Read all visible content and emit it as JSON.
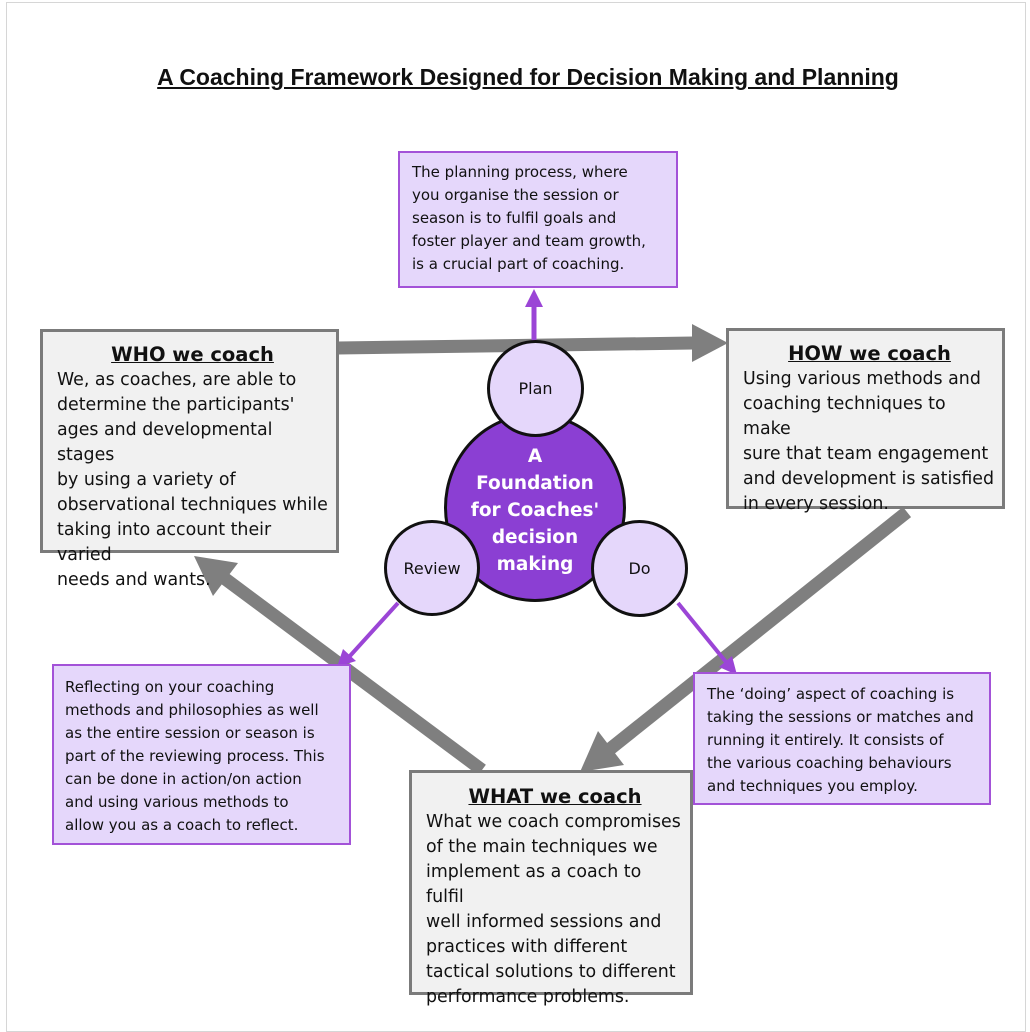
{
  "title": "A Coaching Framework Designed for Decision Making and Planning",
  "center": {
    "label": "A\nFoundation\nfor Coaches'\ndecision\nmaking"
  },
  "stages": {
    "plan": "Plan",
    "do": "Do",
    "review": "Review"
  },
  "boxes": {
    "who": {
      "heading": "WHO we coach",
      "text": "We, as coaches, are able to\ndetermine the participants'\nages and developmental stages\nby using a variety of\nobservational techniques while\ntaking into account their varied\nneeds and wants."
    },
    "how": {
      "heading": "HOW we coach",
      "text": "Using various methods and\ncoaching techniques to make\nsure that team engagement\nand development is satisfied\nin every session."
    },
    "what": {
      "heading": "WHAT we coach",
      "text": "What we coach compromises\nof the main techniques we\nimplement as a coach to fulfil\nwell informed sessions and\npractices with different\ntactical solutions to different\nperformance problems."
    }
  },
  "notes": {
    "plan": "The planning process, where\nyou organise the session or\nseason is to fulfil goals and\nfoster player and team growth,\nis a crucial part of coaching.",
    "review": "Reflecting on your coaching\nmethods and philosophies as well\nas the entire session or season is\npart of the reviewing process. This\ncan be done in action/on action\nand using various methods to\nallow you as a coach to reflect.",
    "do": "The ‘doing’ aspect of coaching is\ntaking the sessions or matches and\nrunning it entirely. It consists of\nthe various coaching behaviours\nand techniques you employ."
  },
  "colors": {
    "grey_arrow": "#7f7f7f",
    "purple_arrow": "#9b45d6",
    "center_fill": "#8b3fd3",
    "light_purple": "#e5d7fb",
    "grey_box": "#f1f1f1"
  }
}
